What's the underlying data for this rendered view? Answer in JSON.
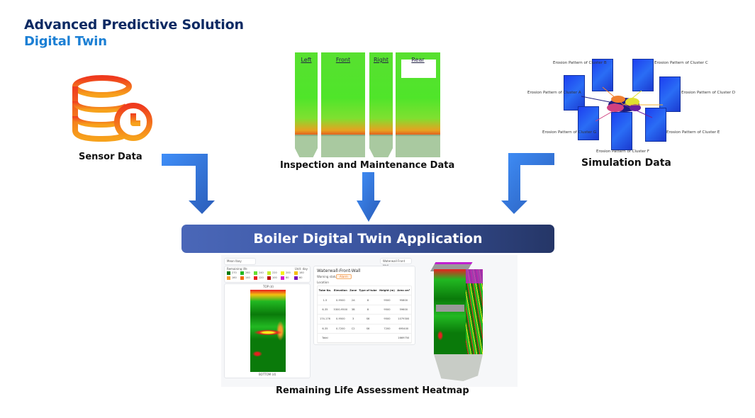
{
  "header": {
    "title": "Advanced Predictive Solution",
    "subtitle": "Digital Twin"
  },
  "colors": {
    "title": "#0d2a63",
    "subtitle": "#1b7fd4",
    "banner_start": "#4a67b8",
    "banner_end": "#253667",
    "arrow": "#3a7ee0"
  },
  "sources": {
    "sensor": {
      "caption": "Sensor Data",
      "icon": "database-clock-icon"
    },
    "inspection": {
      "caption": "Inspection and Maintenance Data",
      "panels": [
        "Left",
        "Front",
        "Right",
        "Rear"
      ]
    },
    "simulation": {
      "caption": "Simulation Data",
      "labels": {
        "a": "Erosion Pattern of Cluster A",
        "b": "Erosion Pattern of Cluster B",
        "c": "Erosion Pattern of Cluster C",
        "d": "Erosion Pattern of Cluster D",
        "e": "Erosion Pattern of Cluster E",
        "f": "Erosion Pattern of Cluster F",
        "g": "Erosion Pattern of Cluster G"
      }
    }
  },
  "banner": {
    "label": "Boiler Digital Twin Application"
  },
  "app": {
    "left_select": "Mean Ibay",
    "right_select": "Waterwall Front Wall",
    "legend_title": "Remaining life",
    "legend_unit": "Unit: day",
    "legend": [
      {
        "label": "270",
        "color": "#0a7a0a"
      },
      {
        "label": "260",
        "color": "#22b822"
      },
      {
        "label": "240",
        "color": "#66e033"
      },
      {
        "label": "220",
        "color": "#c4ec2c"
      },
      {
        "label": "200",
        "color": "#f5ee1a"
      },
      {
        "label": "180",
        "color": "#f5c010"
      },
      {
        "label": "160",
        "color": "#f59a2a"
      },
      {
        "label": "140",
        "color": "#f06a10"
      },
      {
        "label": "120",
        "color": "#e82020"
      },
      {
        "label": "100",
        "color": "#b80a0a"
      },
      {
        "label": "80",
        "color": "#d21ad2"
      },
      {
        "label": "60",
        "color": "#7a10b8"
      }
    ],
    "heatmap_top_label": "TOP (d)",
    "heatmap_bottom_label": "BOTTOM (d)",
    "detail": {
      "title": "Waterwall-Front-Wall",
      "warning_label": "Warning status",
      "warning_value": "Alarm",
      "location_label": "Location",
      "columns": [
        "Tube No.",
        "Elevation",
        "Zone",
        "Type of tube",
        "Height (m)",
        "Area cm²"
      ],
      "rows": [
        [
          "1-5",
          "0-9500",
          "2A",
          "8",
          "9500",
          "95800"
        ],
        [
          "6-35",
          "5300-9500",
          "3B",
          "8",
          "9500",
          "59600"
        ],
        [
          "174-176",
          "0-9500",
          "3",
          "S6",
          "9500",
          "1079300"
        ],
        [
          "6-35",
          "0-7200",
          "C2",
          "S6",
          "7200",
          "695400"
        ],
        [
          "Total",
          "",
          "",
          "",
          "",
          "1669750"
        ]
      ]
    }
  },
  "result": {
    "caption": "Remaining Life Assessment Heatmap"
  }
}
